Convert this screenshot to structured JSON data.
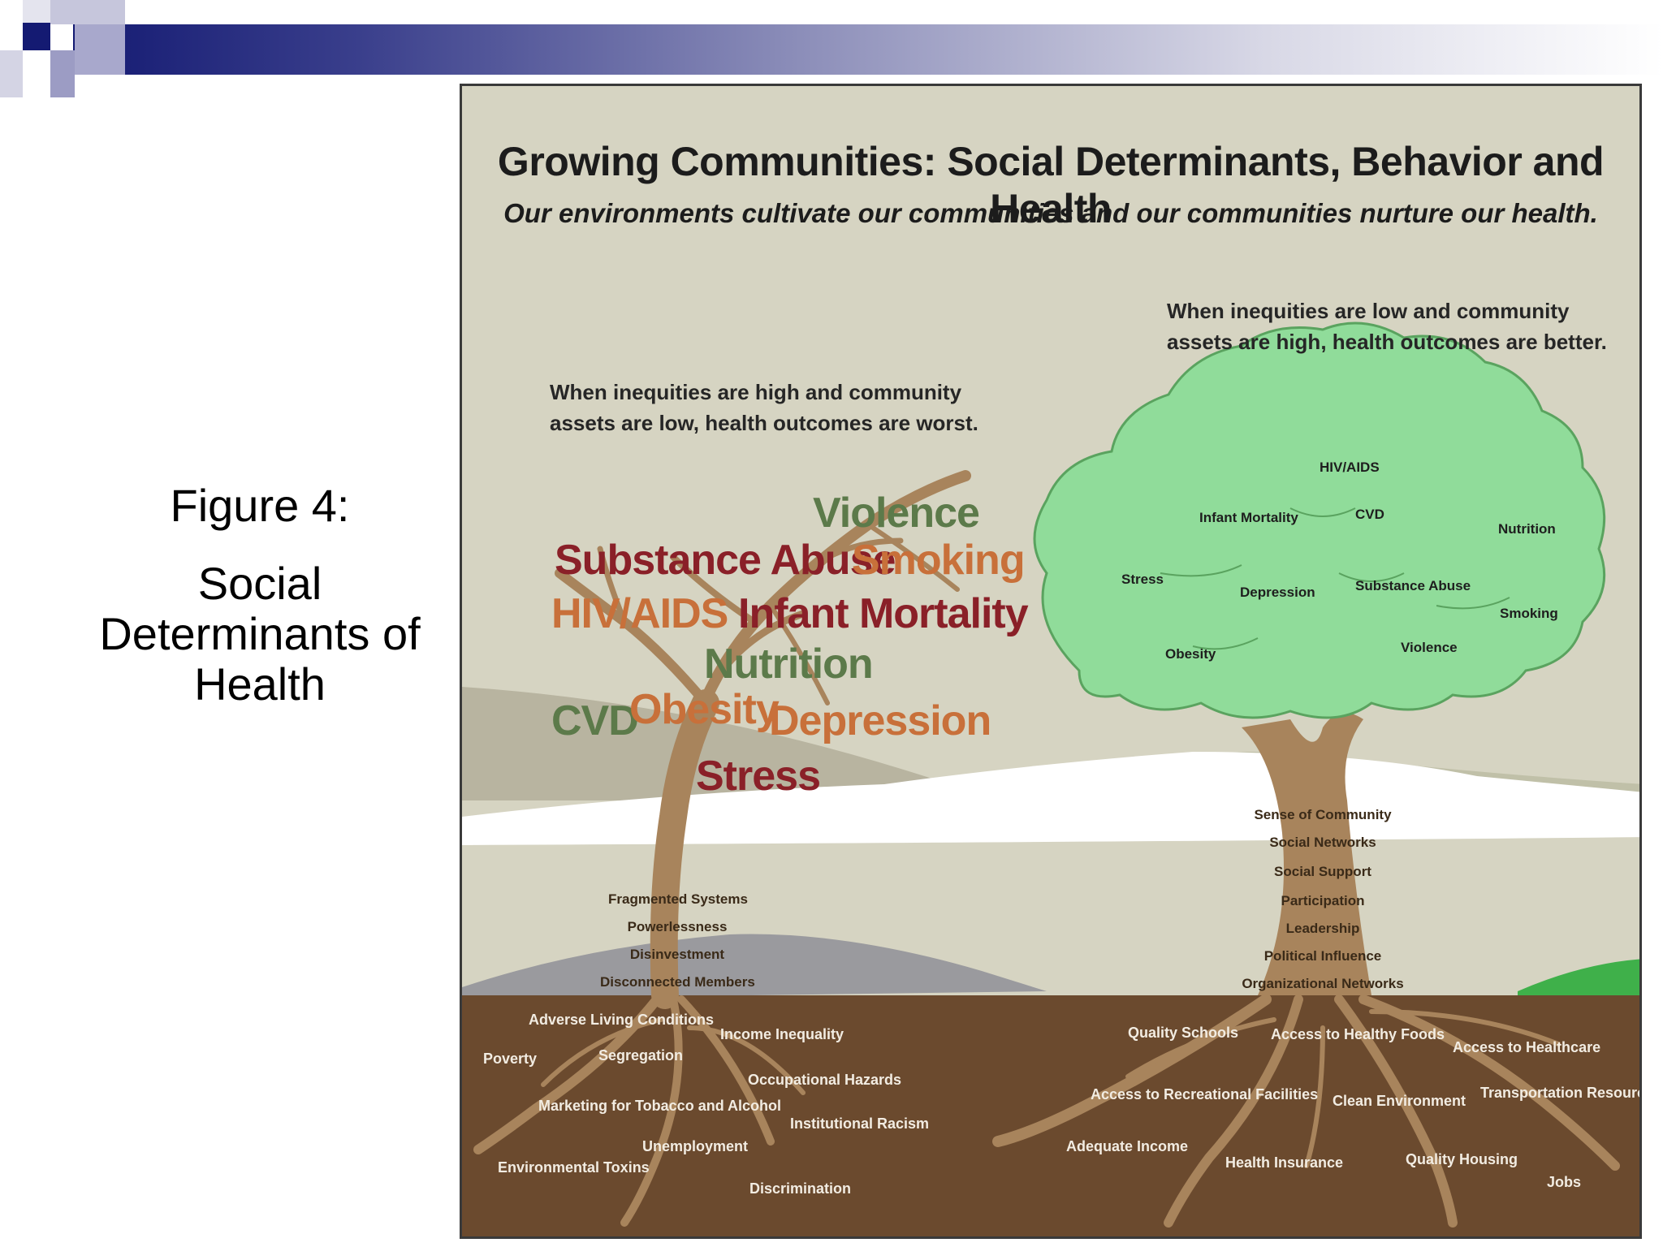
{
  "slide": {
    "figure_label": "Figure 4:",
    "figure_caption": "Social Determinants of Health"
  },
  "figure": {
    "title": "Growing Communities: Social Determinants, Behavior and Health",
    "subtitle": "Our environments cultivate our communities and our communities nurture our health.",
    "left_note": "When inequities are high and community\nassets are low, health outcomes are worst.",
    "right_note": "When inequities are low and community\nassets are high, health outcomes are better.",
    "bad_tree_outcomes": [
      "Violence",
      "Substance Abuse",
      "Smoking",
      "HIV/AIDS",
      "Infant Mortality",
      "Nutrition",
      "CVD",
      "Obesity",
      "Depression",
      "Stress"
    ],
    "bad_tree_trunk": [
      "Fragmented Systems",
      "Powerlessness",
      "Disinvestment",
      "Disconnected Members"
    ],
    "bad_tree_roots": [
      "Adverse Living Conditions",
      "Income Inequality",
      "Poverty",
      "Segregation",
      "Occupational Hazards",
      "Marketing for Tobacco and Alcohol",
      "Institutional Racism",
      "Unemployment",
      "Environmental Toxins",
      "Discrimination"
    ],
    "good_tree_outcomes": [
      "HIV/AIDS",
      "Infant Mortality",
      "CVD",
      "Nutrition",
      "Stress",
      "Depression",
      "Substance Abuse",
      "Smoking",
      "Obesity",
      "Violence"
    ],
    "good_tree_trunk": [
      "Sense of Community",
      "Social Networks",
      "Social Support",
      "Participation",
      "Leadership",
      "Political Influence",
      "Organizational Networks"
    ],
    "good_tree_roots": [
      "Quality Schools",
      "Access to Healthy Foods",
      "Access to Healthcare",
      "Access to Recreational Facilities",
      "Clean Environment",
      "Transportation Resources",
      "Adequate Income",
      "Health Insurance",
      "Quality Housing",
      "Jobs"
    ]
  }
}
